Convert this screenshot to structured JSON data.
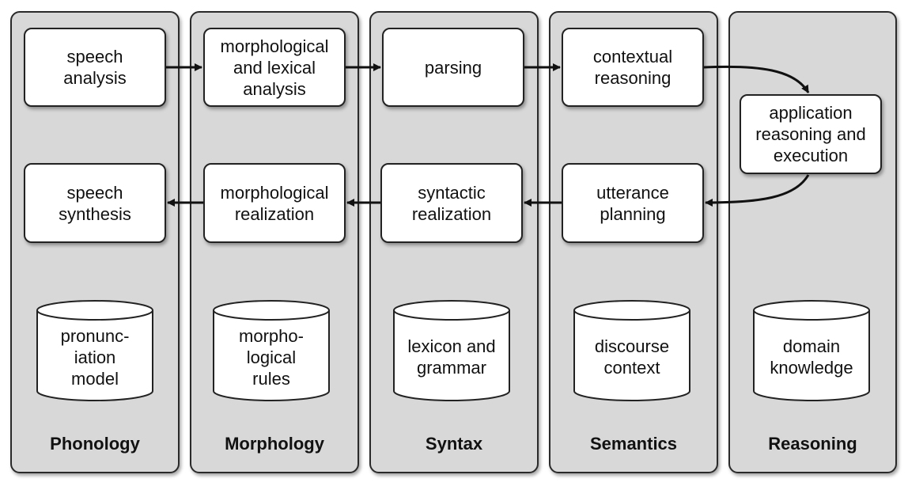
{
  "columns": [
    {
      "label": "Phonology"
    },
    {
      "label": "Morphology"
    },
    {
      "label": "Syntax"
    },
    {
      "label": "Semantics"
    },
    {
      "label": "Reasoning"
    }
  ],
  "boxes": {
    "speech_analysis": "speech\nanalysis",
    "morph_lexical_analysis": "morphological\nand lexical\nanalysis",
    "parsing": "parsing",
    "contextual_reasoning": "contextual\nreasoning",
    "application_reasoning": "application\nreasoning and\nexecution",
    "speech_synthesis": "speech\nsynthesis",
    "morph_realization": "morphological\nrealization",
    "syntactic_realization": "syntactic\nrealization",
    "utterance_planning": "utterance\nplanning"
  },
  "stores": {
    "pronunciation_model": "pronunc-\niation\nmodel",
    "morphological_rules": "morpho-\nlogical\nrules",
    "lexicon_grammar": "lexicon and\ngrammar",
    "discourse_context": "discourse\ncontext",
    "domain_knowledge": "domain\nknowledge"
  }
}
